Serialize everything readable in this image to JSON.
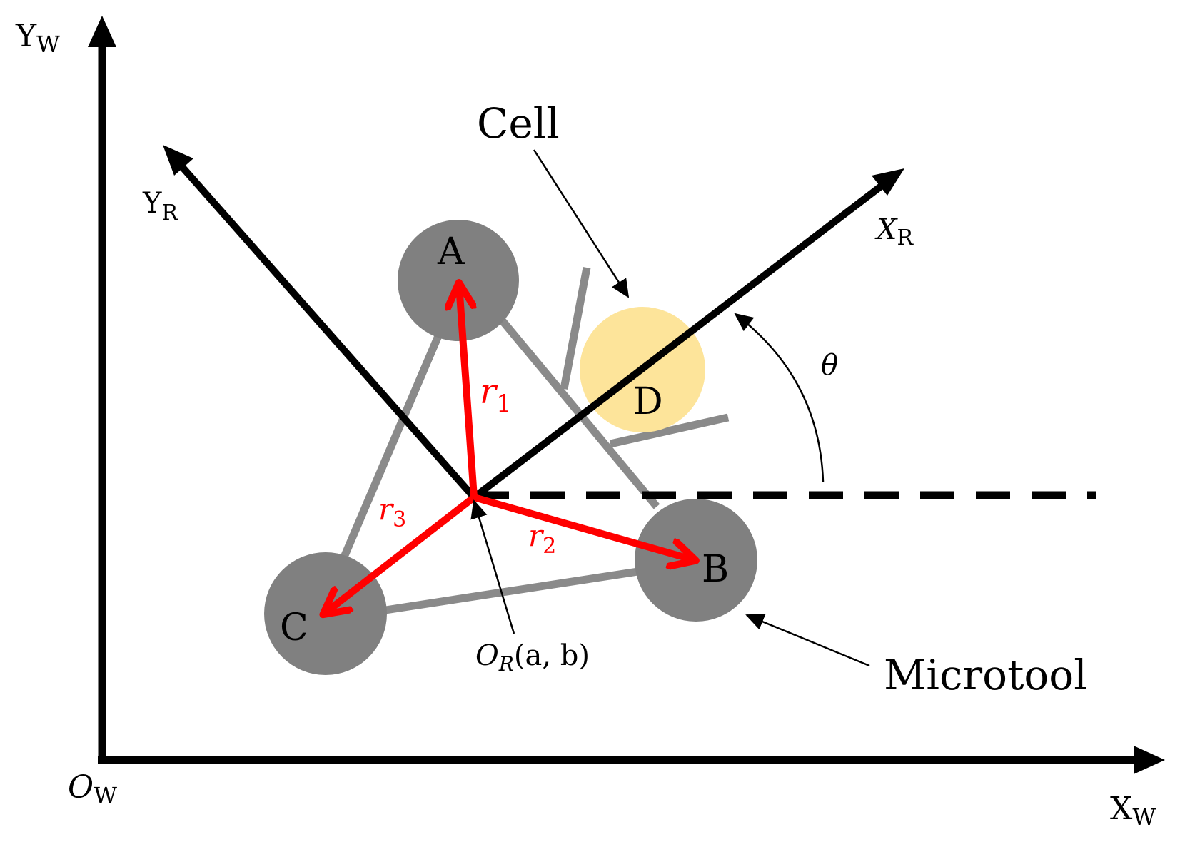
{
  "labels": {
    "world_y_axis": "Y",
    "world_y_sub": "W",
    "world_x_axis": "X",
    "world_x_sub": "W",
    "world_origin": "O",
    "world_origin_sub": "W",
    "robot_y_axis": "Y",
    "robot_y_sub": "R",
    "robot_x_axis": "X",
    "robot_x_sub": "R",
    "node_a": "A",
    "node_b": "B",
    "node_c": "C",
    "node_d": "D",
    "cell": "Cell",
    "microtool": "Microtool",
    "angle": "θ",
    "robot_origin": "O",
    "robot_origin_sub": "R",
    "robot_origin_coords": "(a, b)",
    "r1": "r",
    "r1_sub": "1",
    "r2": "r",
    "r2_sub": "2",
    "r3": "r",
    "r3_sub": "3"
  },
  "colors": {
    "axis": "#000000",
    "sphere": "#808080",
    "frame": "#8a8a8a",
    "cell": "#fde49a",
    "vector": "#ff0000"
  }
}
